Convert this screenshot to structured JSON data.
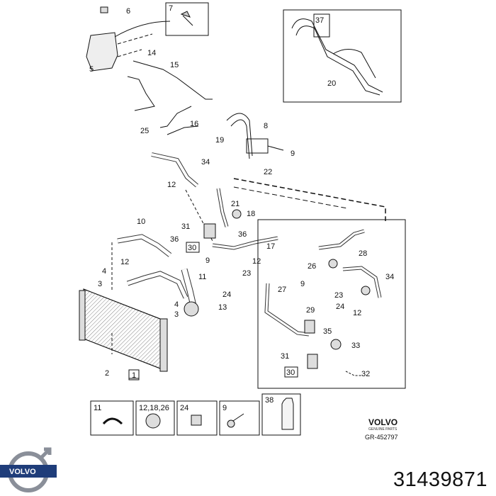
{
  "part_number": "31439871",
  "brand": "VOLVO",
  "brand_subtitle": "GENUINE PARTS",
  "diagram_ref": "GR-452797",
  "labels": {
    "l6": "6",
    "l7": "7",
    "l5": "5",
    "l14": "14",
    "l15": "15",
    "l25": "25",
    "l16": "16",
    "l37": "37",
    "l20": "20",
    "l19": "19",
    "l8": "8",
    "l9a": "9",
    "l22": "22",
    "l34a": "34",
    "l12a": "12",
    "l21": "21",
    "l18": "18",
    "l10": "10",
    "l31a": "31",
    "l36a": "36",
    "l36b": "36",
    "l30a": "30",
    "l17": "17",
    "l4a": "4",
    "l3a": "3",
    "l12b": "12",
    "l11": "11",
    "l9b": "9",
    "l23a": "23",
    "l12c": "12",
    "l24a": "24",
    "l4b": "4",
    "l3b": "3",
    "l13": "13",
    "l2": "2",
    "l1": "1",
    "l28": "28",
    "l26": "26",
    "l34b": "34",
    "l27": "27",
    "l9c": "9",
    "l23b": "23",
    "l24b": "24",
    "l29": "29",
    "l12d": "12",
    "l35": "35",
    "l33": "33",
    "l31b": "31",
    "l30b": "30",
    "l32": "32",
    "k11": "11",
    "k12": "12,18,26",
    "k24": "24",
    "k9": "9",
    "k38": "38"
  },
  "colors": {
    "line": "#111111",
    "logo_blue": "#1f3d7a",
    "logo_ring": "#8a8f99"
  }
}
